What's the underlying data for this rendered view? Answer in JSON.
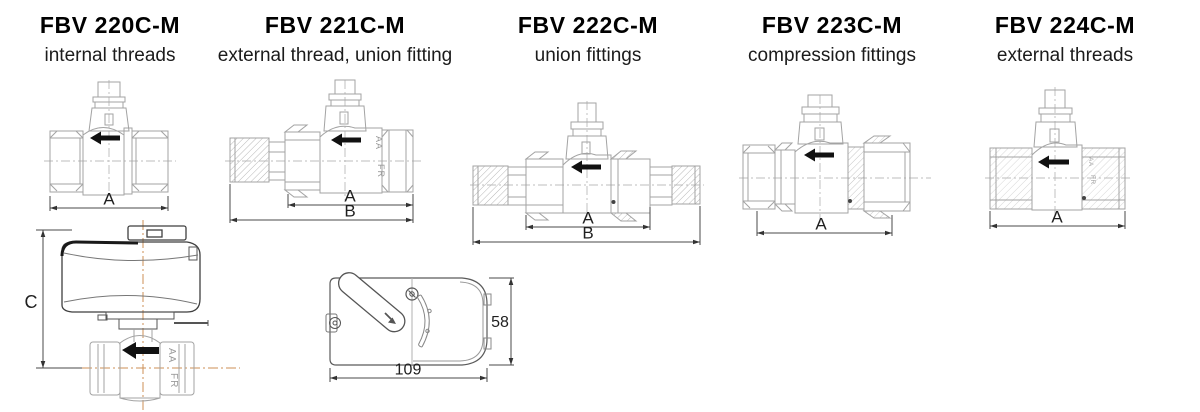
{
  "products": [
    {
      "model": "FBV 220C-M",
      "subtitle": "internal threads",
      "dims": [
        "A"
      ]
    },
    {
      "model": "FBV 221C-M",
      "subtitle": "external thread, union fitting",
      "dims": [
        "A",
        "B"
      ]
    },
    {
      "model": "FBV 222C-M",
      "subtitle": "union fittings",
      "dims": [
        "A",
        "B"
      ]
    },
    {
      "model": "FBV 223C-M",
      "subtitle": "compression fittings",
      "dims": [
        "A"
      ]
    },
    {
      "model": "FBV 224C-M",
      "subtitle": "external threads",
      "dims": [
        "A"
      ]
    }
  ],
  "valve_markings": {
    "line1": "AA",
    "line2": "FR"
  },
  "actuator_side_view": {
    "height_dim": "C"
  },
  "actuator_top_view": {
    "width_dim": "109",
    "height_dim": "58"
  },
  "icons": {
    "flow_direction_arrow": "left-arrow"
  },
  "colors": {
    "background": "#ffffff",
    "title_text": "#000000",
    "subtitle_text": "#1b1b1b",
    "drawing_line_light": "#a3a3a3",
    "drawing_line_dark": "#3f3f3f",
    "dimension_line": "#4a4a4a",
    "flow_arrow": "#111111",
    "centerline_gray": "#bcbcbc",
    "centerline_orange": "#cc8f55",
    "body_marking": "#9a9a9a"
  }
}
